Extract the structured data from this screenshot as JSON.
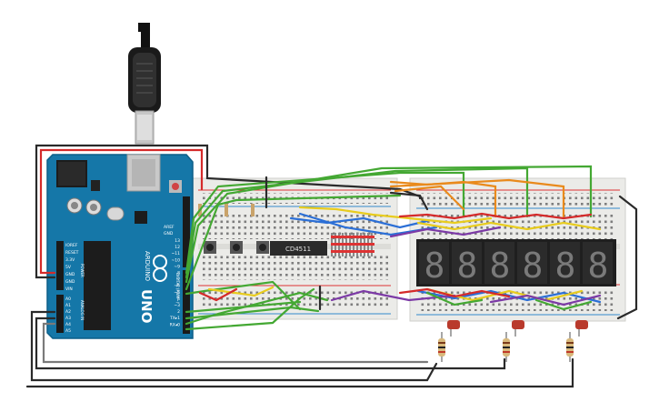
{
  "arduino": {
    "brand": "ARDUINO",
    "model": "UNO",
    "power_pins": [
      "IOREF",
      "RESET",
      "3.3V",
      "5V",
      "GND",
      "GND",
      "VIN"
    ],
    "analog_pins": [
      "A0",
      "A1",
      "A2",
      "A3",
      "A4",
      "A5"
    ],
    "power_label": "POWER",
    "analog_label": "ANALOG IN",
    "digital_label": "DIGITAL (PWM~)",
    "aref": "AREF",
    "gnd": "GND",
    "digital_pins": [
      "13",
      "12",
      "~11",
      "~10",
      "~9",
      "8",
      "7",
      "~6",
      "~5",
      "4",
      "~3",
      "2",
      "TX▸1",
      "RX◂0"
    ]
  },
  "chip": {
    "label": "CD4511"
  },
  "display_digits": [
    "8",
    "8",
    "8",
    "8",
    "8",
    "8"
  ],
  "colors": {
    "board": "#1577a8",
    "breadboard": "#ebebe8",
    "wire_green": "#44a833",
    "wire_orange": "#e98a1c",
    "wire_blue": "#2b6fd6",
    "wire_purple": "#7c3aa6",
    "wire_yellow": "#e8cc1e",
    "wire_red": "#d42a2a",
    "wire_black": "#2a2a2a",
    "wire_gray": "#7a7a7a",
    "led": "#b93a2c"
  }
}
